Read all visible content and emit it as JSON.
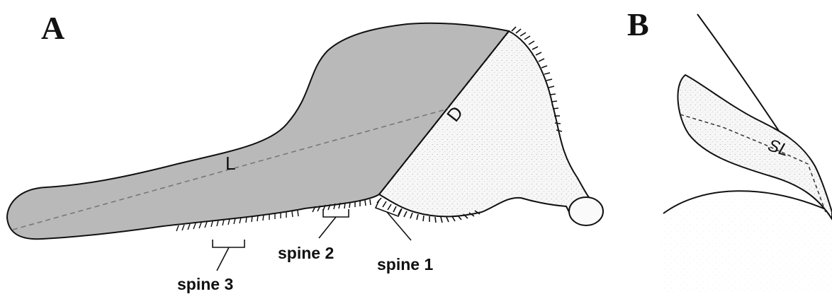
{
  "panels": {
    "a": {
      "letter": "A"
    },
    "b": {
      "letter": "B"
    }
  },
  "labels": {
    "length": "L",
    "depth": "D",
    "spine_length": "SL",
    "spine_1": "spine 1",
    "spine_2": "spine 2",
    "spine_3": "spine 3"
  },
  "colors": {
    "shaded_region": "#b9b9b9",
    "outline": "#111111",
    "stipple_bg": "#f7f7f7"
  }
}
